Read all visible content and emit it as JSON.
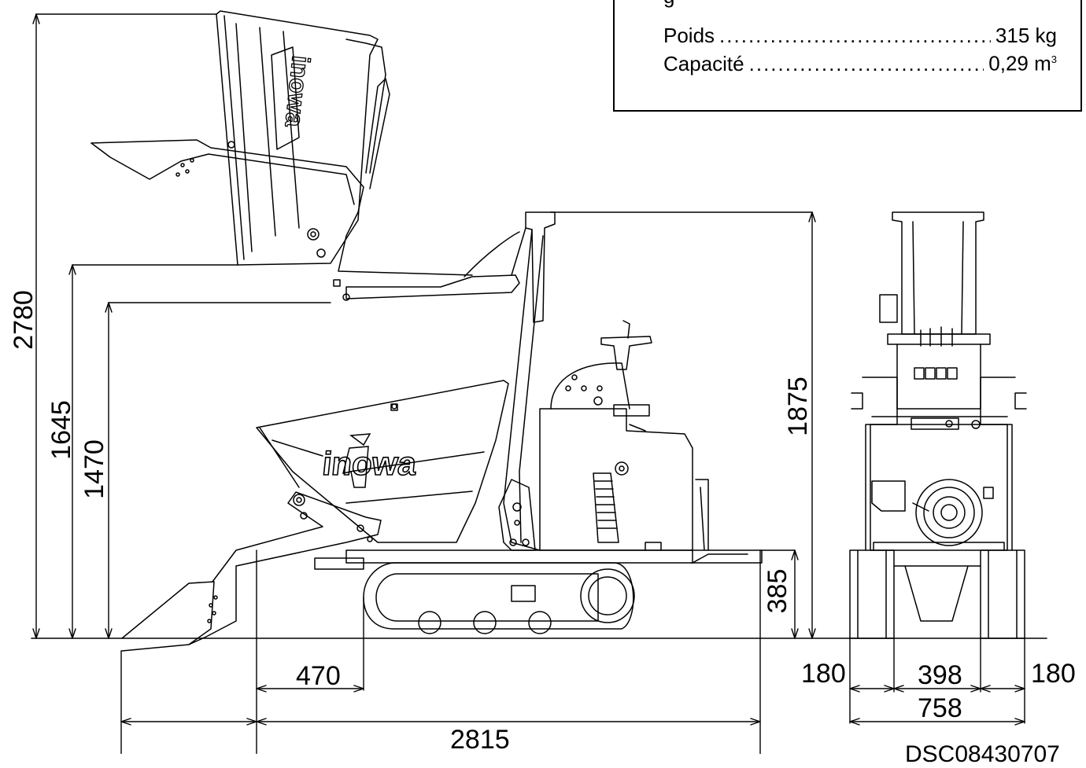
{
  "specs": {
    "clipped_heading": "g",
    "rows": [
      {
        "label": "Poids",
        "value": "315 kg"
      },
      {
        "label": "Capacité",
        "value": "0,29 m",
        "unit_sup": "3"
      }
    ]
  },
  "brand": {
    "logo_text": "inowa"
  },
  "dimensions": {
    "overall_height": "2780",
    "dump_height_a": "1645",
    "dump_height_b": "1470",
    "frame_height": "1875",
    "platform_height": "385",
    "front_offset": "470",
    "overall_length": "2815",
    "track_left": "180",
    "track_gap": "398",
    "track_right": "180",
    "overall_width": "758"
  },
  "reference": {
    "code": "DSC08430707"
  }
}
